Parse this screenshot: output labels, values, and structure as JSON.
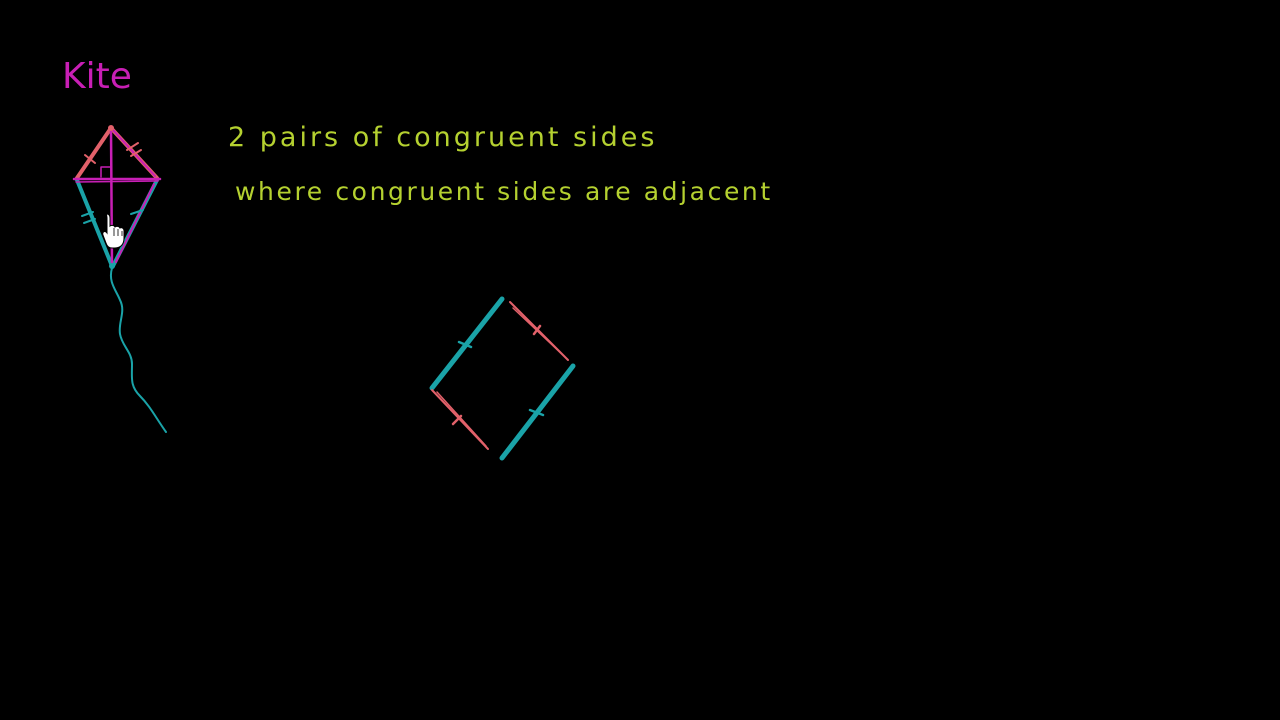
{
  "title": "Kite",
  "lines": [
    "2 pairs of congruent sides",
    "where congruent sides are adjacent"
  ],
  "colors": {
    "background": "#000000",
    "title": "#c81fb5",
    "text": "#b5d130",
    "pink_side": "#e2616a",
    "teal_side": "#1aa3a8",
    "magenta": "#c81fb5",
    "cursor": "#ffffff"
  },
  "icons": {
    "cursor": "hand-pointer-icon"
  }
}
